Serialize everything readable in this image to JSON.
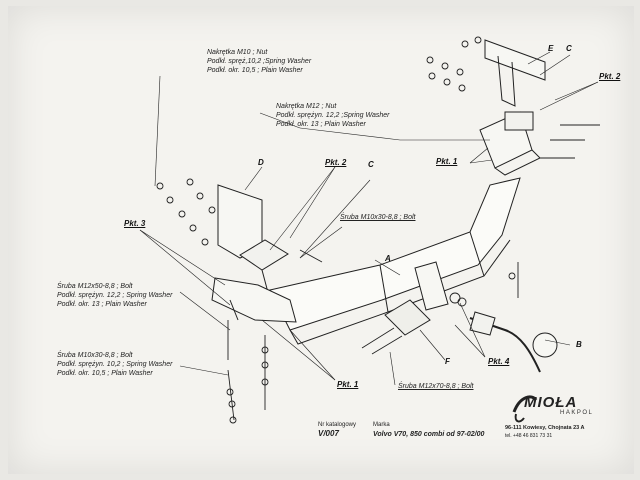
{
  "labels": {
    "nut_m10": [
      "Nakrętka M10 ; Nut",
      "Podkł. spręż,10,2 ;Spring Washer",
      "Podkł. okr. 10,5 ; Plain Washer"
    ],
    "nut_m12": [
      "Nakrętka M12 ; Nut",
      "Podkł. sprężyn. 12,2 ;Spring Washer",
      "Podkł. okr. 13 ; Plain Washer"
    ],
    "bolt_m10x30_mid": "Śruba M10x30-8,8 ; Bolt",
    "bolt_m12x50": [
      "Śruba M12x50-8,8 ; Bolt",
      "Podkł. sprężyn. 12,2 ; Spring Washer",
      "Podkł. okr. 13 ; Plain Washer"
    ],
    "bolt_m10x30_low": [
      "Śruba M10x30-8,8 ; Bolt",
      "Podkł. sprężyn. 10,2 ; Spring Washer",
      "Podkł. okr. 10,5 ; Plain Washer"
    ],
    "bolt_m12x70": "Śruba M12x70-8,8 ; Bolt"
  },
  "part_tags": {
    "A": "A",
    "B": "B",
    "C_top": "C",
    "C_mid": "C",
    "D": "D",
    "E": "E",
    "F": "F"
  },
  "points": {
    "pkt1_left": "Pkt. 1",
    "pkt1_right": "Pkt. 1",
    "pkt2_top": "Pkt. 2",
    "pkt2_mid": "Pkt. 2",
    "pkt3": "Pkt. 3",
    "pkt4": "Pkt. 4"
  },
  "catalog": {
    "nr_label": "Nr katalogowy",
    "nr_value": "V/007",
    "marka_label": "Marka",
    "marka_value": "Volvo V70, 850 combi  od  97-02/00"
  },
  "brand": {
    "name": "MIOŁA",
    "sub": "HAKPOL",
    "address": "96-111 Kowiesy, Chojnata 23 A",
    "phone": "tel. +48 46 831 73 31"
  }
}
